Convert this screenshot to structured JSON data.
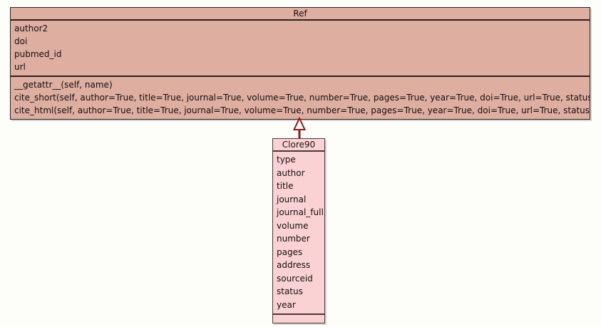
{
  "diagram": {
    "kind": "uml-class-diagram",
    "background_color": "#fdfdfa",
    "classes": [
      {
        "id": "ref",
        "name": "Ref",
        "fill_color": "#deaea1",
        "border_color": "#2b2220",
        "attributes": [
          "author2",
          "doi",
          "pubmed_id",
          "url"
        ],
        "operations": [
          "__getattr__(self, name)",
          "cite_short(self, author=True, title=True, journal=True, volume=True, number=True, pages=True, year=True, doi=True, url=True, status=True)",
          "cite_html(self, author=True, title=True, journal=True, volume=True, number=True, pages=True, year=True, doi=True, url=True, status=True)"
        ]
      },
      {
        "id": "clore90",
        "name": "Clore90",
        "fill_color": "#fbd2d4",
        "border_color": "#4a3836",
        "attributes": [
          "type",
          "author",
          "title",
          "journal",
          "journal_full",
          "volume",
          "number",
          "pages",
          "address",
          "sourceid",
          "status",
          "year"
        ],
        "operations": []
      }
    ],
    "relations": [
      {
        "id": "clore90-extends-ref",
        "type": "generalization",
        "from": "Clore90",
        "to": "Ref",
        "line_color": "#8b1a1a",
        "arrow_fill": "#fdfdfa"
      }
    ]
  }
}
